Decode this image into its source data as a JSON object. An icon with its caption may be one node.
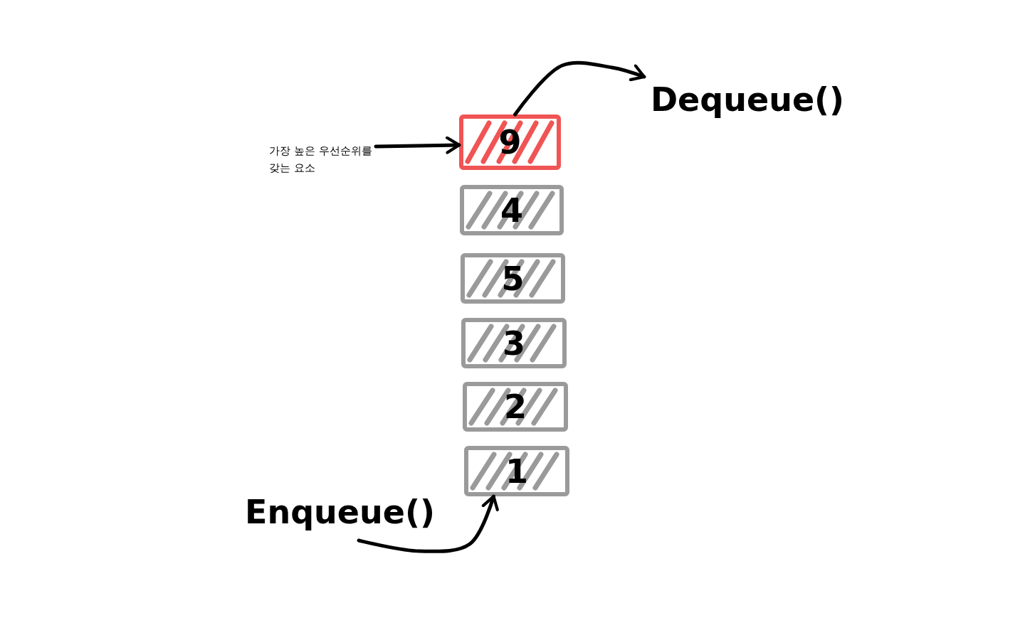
{
  "diagram": {
    "nodes": [
      {
        "text": [
          "9"
        ]
      },
      {
        "text": [
          "4"
        ]
      },
      {
        "text": [
          "5"
        ]
      },
      {
        "text": [
          "3"
        ]
      },
      {
        "text": [
          "2"
        ]
      },
      {
        "text": [
          "1"
        ]
      },
      {
        "text": [
          "가장 높은 우선순위를 갖는 요소"
        ]
      },
      {
        "text": [
          "Dequeue()"
        ]
      },
      {
        "text": [
          "Enqueue()"
        ]
      }
    ],
    "edges": [
      {
        "from": 6,
        "to": 0,
        "arrow": "to"
      },
      {
        "from": 0,
        "to": 7,
        "arrow": "to"
      },
      {
        "from": 8,
        "to": 5,
        "arrow": "to"
      }
    ]
  }
}
